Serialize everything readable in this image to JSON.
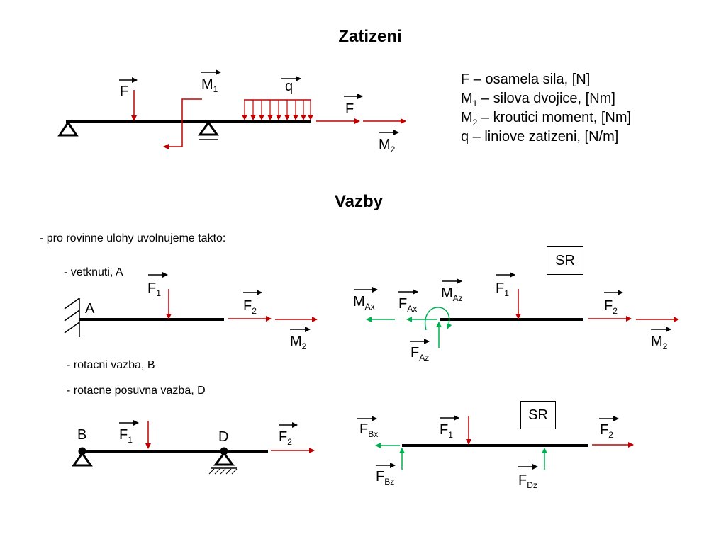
{
  "titles": {
    "zatizeni": "Zatizeni",
    "vazby": "Vazby"
  },
  "legend": [
    {
      "sym": "F",
      "sub": "",
      "text": " – osamela sila, [N]"
    },
    {
      "sym": "M",
      "sub": "1",
      "text": " – silova dvojice, [Nm]"
    },
    {
      "sym": "M",
      "sub": "2",
      "text": " – kroutici moment, [Nm]"
    },
    {
      "sym": "q",
      "sub": "",
      "text": " – liniove zatizeni, [N/m]"
    }
  ],
  "notes": {
    "intro": "- pro rovinne ulohy uvolnujeme takto:",
    "vetknuti": "- vetknuti, A",
    "rotacni": "- rotacni vazba, B",
    "posuvna": "- rotacne posuvna vazba, D"
  },
  "sr": "SR",
  "labels": {
    "F": "F",
    "M": "M",
    "q": "q",
    "s1": "1",
    "s2": "2",
    "Ax": "Ax",
    "Az": "Az",
    "Bx": "Bx",
    "Bz": "Bz",
    "Dz": "Dz",
    "A": "A",
    "B": "B",
    "D": "D"
  },
  "colors": {
    "load": "#c00000",
    "reaction": "#00b050",
    "beam": "#000000"
  }
}
